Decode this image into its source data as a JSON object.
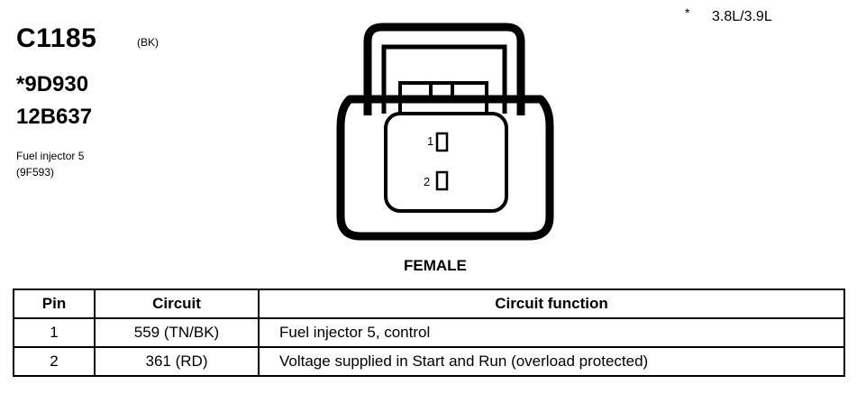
{
  "connector": {
    "id": "C1185",
    "color": "(BK)",
    "part_numbers": [
      "*9D930",
      "12B637"
    ],
    "description_lines": [
      "Fuel injector 5",
      "(9F593)"
    ],
    "engine_star": "*",
    "engine_note": "3.8L/3.9L",
    "view": "FEMALE",
    "pin_labels": [
      "1",
      "2"
    ]
  },
  "table": {
    "headers": [
      "Pin",
      "Circuit",
      "Circuit function"
    ],
    "rows": [
      {
        "pin": "1",
        "circuit": "559 (TN/BK)",
        "function": "Fuel injector 5, control"
      },
      {
        "pin": "2",
        "circuit": "361 (RD)",
        "function": "Voltage supplied in Start and Run (overload protected)"
      }
    ]
  }
}
